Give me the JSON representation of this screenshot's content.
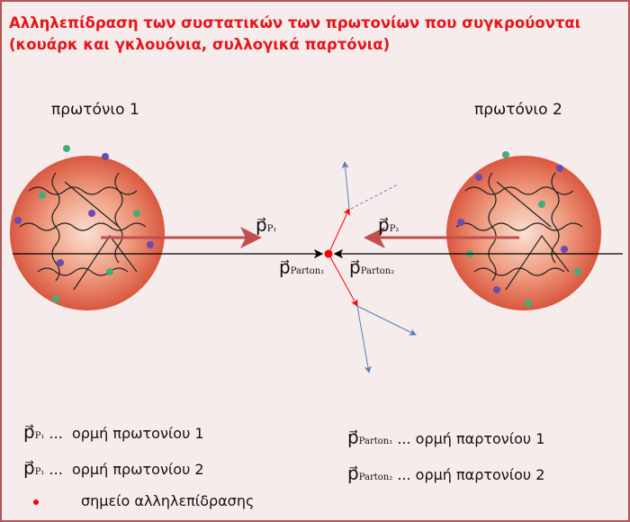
{
  "title": {
    "line1": "Αλληλεπίδραση των συστατικών των πρωτονίων που συγκρούονται",
    "line2": "(κουάρκ και γκλουόνια, συλλογικά παρτόνια)"
  },
  "protons": [
    {
      "label": "πρωτόνιο 1"
    },
    {
      "label": "πρωτόνιο 2"
    }
  ],
  "vectors": {
    "p": "p⃗",
    "P1": "P₁",
    "P2": "P₂",
    "Parton1": "Parton₁",
    "Parton2": "Parton₂"
  },
  "legend": [
    {
      "symbol": "p⃗",
      "sub": "P₁",
      "dots": "...",
      "text": "ορμή πρωτονίου 1"
    },
    {
      "symbol": "p⃗",
      "sub": "P₁",
      "dots": "...",
      "text": "ορμή πρωτονίου 2"
    },
    {
      "symbol": "•",
      "text": "σημείο αλληλεπίδρασης"
    },
    {
      "symbol": "p⃗",
      "sub": "Parton₁",
      "dots": "...",
      "text": "ορμή παρτονίου 1"
    },
    {
      "symbol": "p⃗",
      "sub": "Parton₂",
      "dots": "...",
      "text": "ορμή παρτονίου 2"
    }
  ],
  "colors": {
    "title": "#e8141a",
    "arrow": "#c0504d",
    "point": "#ff0000",
    "jet": "#5b7fb5"
  }
}
